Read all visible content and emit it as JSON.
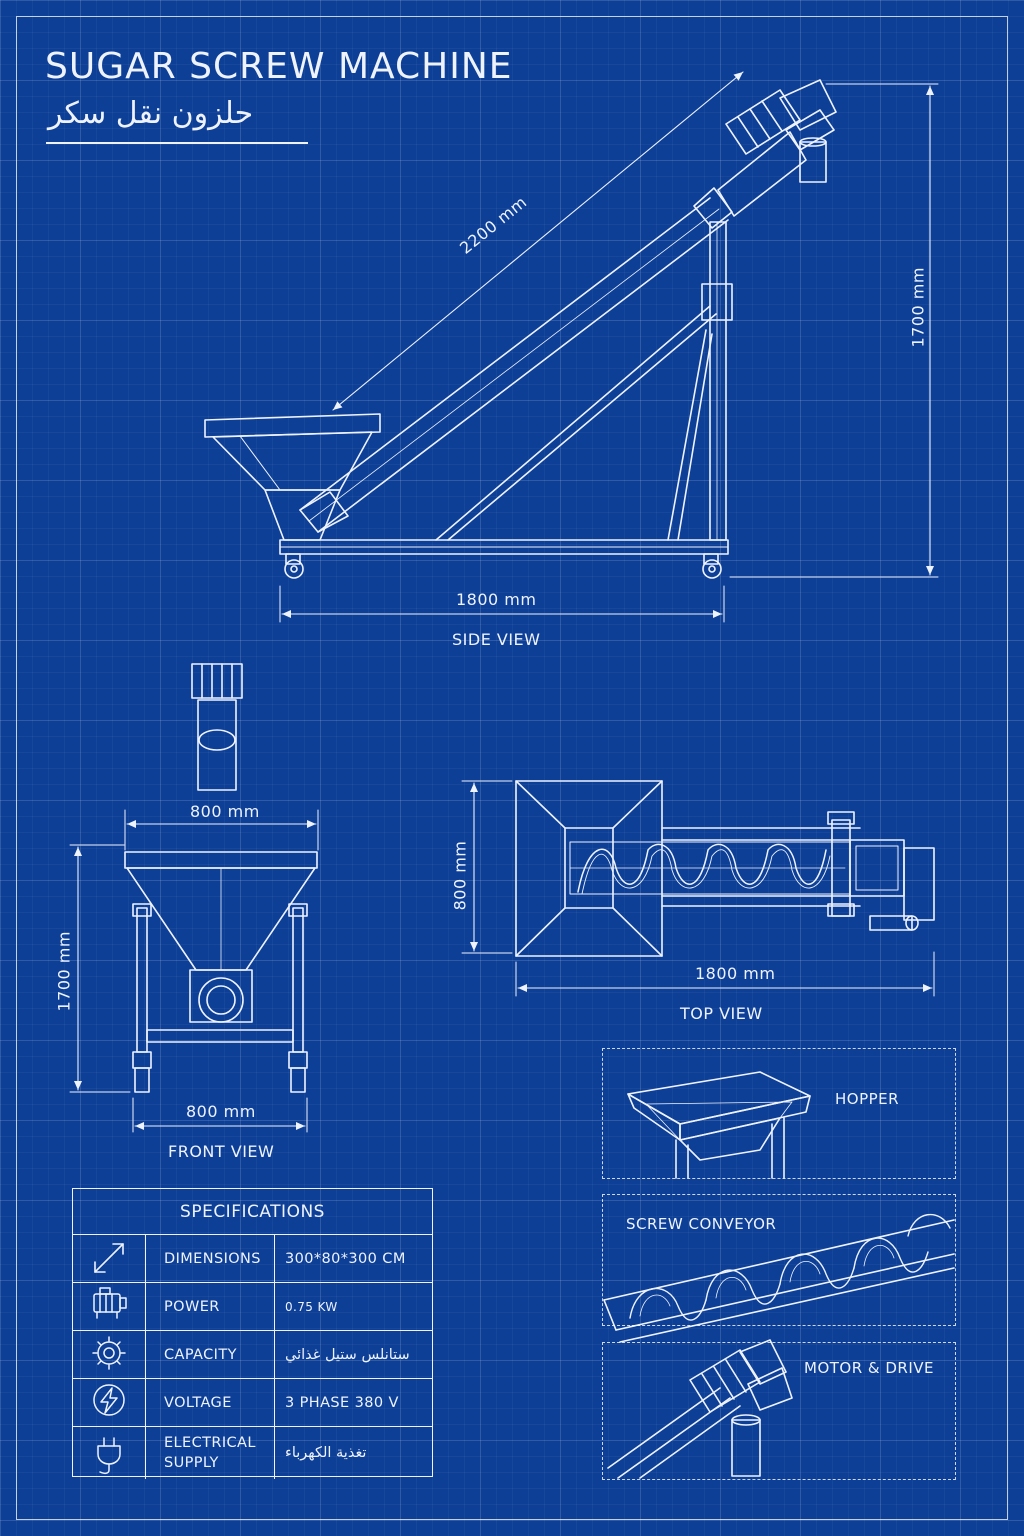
{
  "title": {
    "en": "SUGAR SCREW MACHINE",
    "ar": "حلزون نقل سكر"
  },
  "side_view": {
    "label": "SIDE VIEW",
    "length_dim": "2200 mm",
    "height_dim": "1700 mm",
    "base_dim": "1800 mm"
  },
  "front_view": {
    "label": "FRONT VIEW",
    "top_width_dim": "800 mm",
    "bottom_width_dim": "800 mm",
    "height_dim": "1700 mm"
  },
  "top_view": {
    "label": "TOP VIEW",
    "width_dim": "800 mm",
    "length_dim": "1800 mm"
  },
  "details": [
    {
      "label": "HOPPER",
      "icon": "hopper-detail"
    },
    {
      "label": "SCREW CONVEYOR",
      "icon": "screw-detail"
    },
    {
      "label": "MOTOR & DRIVE",
      "icon": "motor-detail"
    }
  ],
  "specifications": {
    "heading": "SPECIFICATIONS",
    "rows": [
      {
        "icon": "resize-arrows-icon",
        "name": "DIMENSIONS",
        "value": "300*80*300 CM"
      },
      {
        "icon": "motor-icon",
        "name": "POWER",
        "value": "0.75 KW"
      },
      {
        "icon": "gear-icon",
        "name": "CAPACITY",
        "value": "ستانلس ستيل غذائي"
      },
      {
        "icon": "lightning-icon",
        "name": "VOLTAGE",
        "value": "3 PHASE  380 V"
      },
      {
        "icon": "plug-icon",
        "name": "ELECTRICAL\nSUPPLY",
        "value": "تغذية الكهرباء"
      }
    ]
  },
  "colors": {
    "background": "#0d3f96",
    "line": "#eef3ff"
  }
}
